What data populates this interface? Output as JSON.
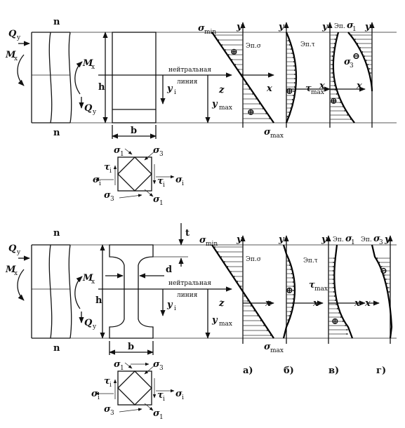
{
  "labels": {
    "n": "n",
    "Q": "Q",
    "sub_y": "y",
    "M": "M",
    "sub_x": "x",
    "h": "h",
    "b": "b",
    "t": "t",
    "d": "d",
    "y": "y",
    "x": "x",
    "z": "z",
    "yi": "y",
    "sub_i": "i",
    "ymax": "y",
    "sub_max": "max",
    "neutral_1": "нейтральная",
    "neutral_2": "линия",
    "sigma": "σ",
    "sub_min": "min",
    "sub_1": "1",
    "sub_3": "3",
    "tau": "τ",
    "ep_sigma": "Эп.σ",
    "ep_tau": "Эп.τ",
    "ep_prefix": "Эп.",
    "plus": "⊕",
    "minus": "⊖"
  },
  "captions": [
    "а)",
    "б)",
    "в)",
    "г)"
  ]
}
